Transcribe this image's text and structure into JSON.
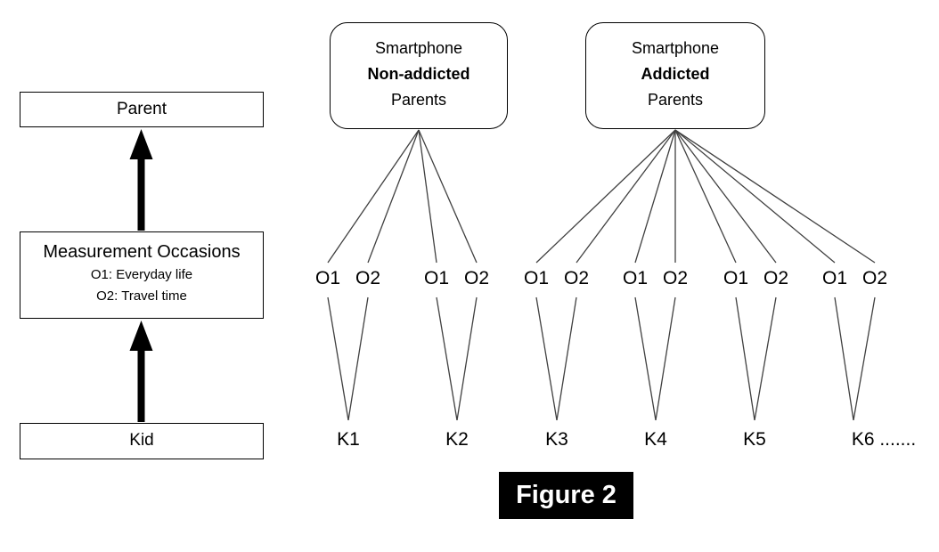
{
  "figure_caption": "Figure 2",
  "colors": {
    "background": "#ffffff",
    "box_border": "#000000",
    "thin_line": "#404040",
    "arrow": "#000000",
    "caption_bg": "#000000",
    "caption_fg": "#ffffff"
  },
  "left_panel": {
    "parent_box_label": "Parent",
    "measurement_box": {
      "title": "Measurement Occasions",
      "occasion1": "O1: Everyday life",
      "occasion2": "O2: Travel time"
    },
    "kid_box_label": "Kid"
  },
  "group_boxes": [
    {
      "line1": "Smartphone",
      "line2": "Non-addicted",
      "line3": "Parents"
    },
    {
      "line1": "Smartphone",
      "line2": "Addicted",
      "line3": "Parents"
    }
  ],
  "occasion_labels": [
    "O1",
    "O2",
    "O1",
    "O2",
    "O1",
    "O2",
    "O1",
    "O2",
    "O1",
    "O2",
    "O1",
    "O2"
  ],
  "kid_labels": [
    "K1",
    "K2",
    "K3",
    "K4",
    "K5",
    "K6 ......."
  ]
}
